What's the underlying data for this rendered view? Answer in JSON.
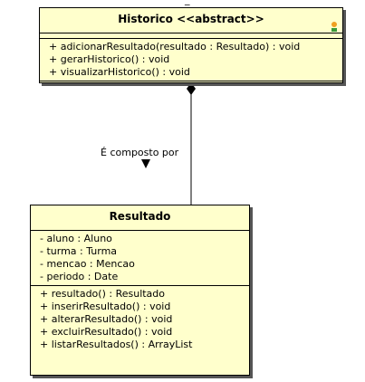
{
  "diagram": {
    "top_fragment": "_−",
    "historico": {
      "name": "Historico <<abstract>>",
      "attributes": [],
      "methods": [
        "+ adicionarResultado(resultado : Resultado) : void",
        "+ gerarHistorico() : void",
        "+ visualizarHistorico() : void"
      ]
    },
    "association": {
      "label": "É composto por",
      "type": "composition",
      "direction_marker": "filled-triangle-down"
    },
    "resultado": {
      "name": "Resultado",
      "attributes": [
        "- aluno : Aluno",
        "- turma : Turma",
        "- mencao : Mencao",
        "- periodo : Date"
      ],
      "methods": [
        "+ resultado() : Resultado",
        "+ inserirResultado() : void",
        "+ alterarResultado() : void",
        "+ excluirResultado() : void",
        "+ listarResultados() : ArrayList"
      ]
    },
    "colors": {
      "class_fill": "#ffffcc",
      "border": "#000000",
      "shadow": "#555555",
      "badge_orange": "#f0a020",
      "badge_green": "#3a9a3a"
    }
  }
}
